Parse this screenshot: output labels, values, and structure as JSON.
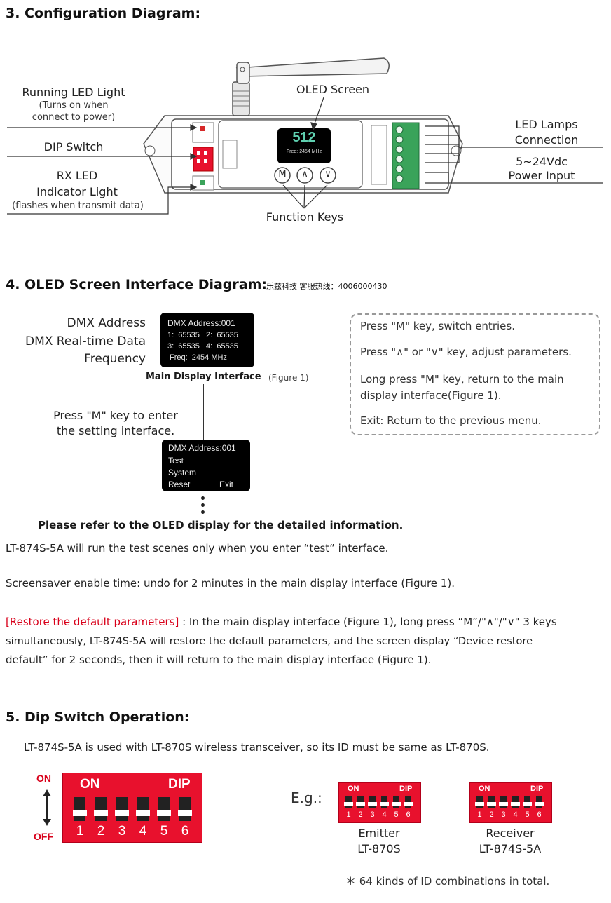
{
  "section3": {
    "title": "3.  Configuration Diagram:",
    "labels": {
      "running_led": "Running LED Light",
      "running_led_sub1": "(Turns on when",
      "running_led_sub2": "connect to power)",
      "dip_switch": "DIP Switch",
      "rx_led1": "RX LED",
      "rx_led2": "Indicator Light",
      "rx_led_sub": "(flashes when transmit data)",
      "oled_screen": "OLED Screen",
      "function_keys": "Function Keys",
      "led_lamps1": "LED Lamps",
      "led_lamps2": "Connection",
      "power1": "5~24Vdc",
      "power2": "Power Input"
    },
    "device": {
      "display_value": "512",
      "display_freq": "Freq: 2454 MHz",
      "key_m": "M",
      "key_up": "∧",
      "key_down": "∨"
    }
  },
  "section4": {
    "title": "4.  OLED Screen Interface Diagram:",
    "hotline": "乐兹科技 客服热线：4006000430",
    "left_labels": [
      "DMX Address",
      "DMX Real-time Data",
      "Frequency"
    ],
    "main_screen": {
      "line1": "DMX Address:001",
      "line2": "1:  65535   2:  65535",
      "line3": "3:  65535   4:  65535",
      "line4": "Freq:  2454 MHz"
    },
    "main_caption": "Main Display Interface",
    "main_caption_fig": "(Figure 1)",
    "press_m1": "Press \"M\" key to enter",
    "press_m2": "the setting interface.",
    "setting_screen": {
      "line1": "DMX Address:001",
      "line2": "Test",
      "line3": "System",
      "line4a": "Reset",
      "line4b": "Exit"
    },
    "instructions": [
      "Press \"M\" key,  switch entries.",
      "Press \"∧\" or \"∨\" key,  adjust parameters.",
      "Long press \"M\" key,  return to the main",
      "display interface(Figure 1).",
      "Exit: Return to the previous menu."
    ],
    "refer_note": "Please refer to the OLED display for the detailed information.",
    "para1": "LT-874S-5A will run the test scenes only when you enter “test” interface.",
    "para2": "Screensaver enable time: undo for 2 minutes in the main display interface (Figure 1).",
    "para3_red": "[Restore the default parameters]",
    "para3_l1": " : In the main display interface (Figure 1), long press ”M”/\"∧\"/\"∨\" 3 keys",
    "para3_l2": "simultaneously, LT-874S-5A will restore the default parameters, and the screen display “Device restore",
    "para3_l3": "default” for 2 seconds, then it will return to the main display interface (Figure 1)."
  },
  "section5": {
    "title": "5.  Dip Switch Operation:",
    "intro": "LT-874S-5A is used with LT-870S wireless transceiver, so its ID must be same as LT-870S.",
    "on_label": "ON",
    "off_label": "OFF",
    "dip_on": "ON",
    "dip_dip": "DIP",
    "dip_numbers": [
      "1",
      "2",
      "3",
      "4",
      "5",
      "6"
    ],
    "eg": "E.g.:",
    "emitter1": "Emitter",
    "emitter2": "LT-870S",
    "receiver1": "Receiver",
    "receiver2": "LT-874S-5A",
    "footnote": "＊ 64 kinds of ID combinations in total."
  },
  "colors": {
    "dip_red": "#e8112d",
    "restore_red": "#d8001a",
    "terminal_green": "#3aa35a",
    "oled_text": "#5fd0b0"
  }
}
